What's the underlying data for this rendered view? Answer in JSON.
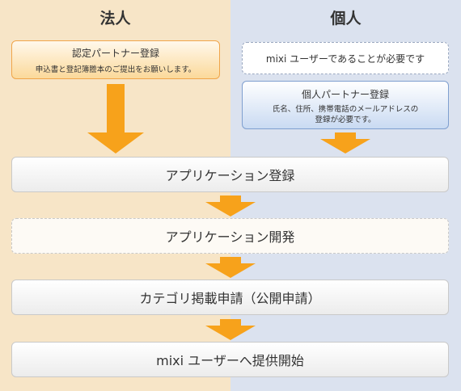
{
  "columns": {
    "corporate_title": "法人",
    "individual_title": "個人"
  },
  "corporate": {
    "box_title": "認定パートナー登録",
    "box_note": "申込書と登記簿謄本のご提出をお願いします。"
  },
  "individual": {
    "requirement": "mixi ユーザーであることが必要です",
    "box_title": "個人パートナー登録",
    "box_note_line1": "氏名、住所、携帯電話のメールアドレスの",
    "box_note_line2": "登録が必要です。"
  },
  "steps": [
    "アプリケーション登録",
    "アプリケーション開発",
    "カテゴリ掲載申請（公開申請）",
    "mixi ユーザーへ提供開始"
  ],
  "colors": {
    "arrow": "#f7a21b",
    "corporate_bg": "#f7e5c7",
    "individual_bg": "#dbe2ef"
  }
}
